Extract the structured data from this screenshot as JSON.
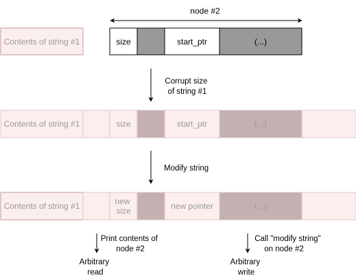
{
  "top_label": "node #2",
  "row1": {
    "string_box": "Contents of string #1",
    "size": "size",
    "start_ptr": "start_ptr",
    "ellipsis": "(...)"
  },
  "step1_label": [
    "Corrupt size",
    "of string #1"
  ],
  "row2": {
    "string_box": "Contents of string #1",
    "size": "size",
    "start_ptr": "start_ptr",
    "ellipsis": "(...)"
  },
  "step2_label": "Modify string",
  "row3": {
    "string_box": "Contents of string #1",
    "size": [
      "new",
      "size"
    ],
    "pointer": "new pointer",
    "ellipsis": "(...)"
  },
  "bottom_left": {
    "label": [
      "Print contents of",
      "node #2"
    ],
    "result": [
      "Arbitrary",
      "read"
    ]
  },
  "bottom_right": {
    "label": [
      "Call \"modify string\"",
      "on node #2"
    ],
    "result": [
      "Arbitrary",
      "write"
    ]
  },
  "colors": {
    "string_fill": "#fbeeee",
    "string_stroke": "#c49a9a",
    "faded_fill": "#fdeeee",
    "faded_stroke": "#e0c4c4",
    "gray_fill": "#999999",
    "faded_gray_fill": "#c4b0b0"
  }
}
